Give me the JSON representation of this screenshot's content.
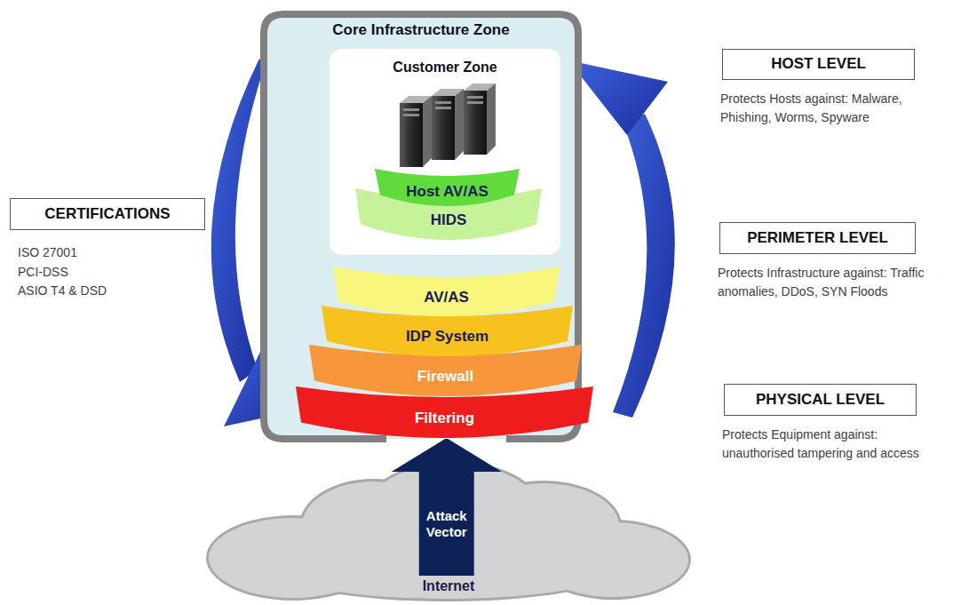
{
  "diagram": {
    "nodes": [
      {
        "text": [
          "Core Infrastructure Zone"
        ]
      },
      {
        "text": [
          "Customer Zone"
        ],
        "in": 0
      },
      {
        "text": [
          "Host AV/AS"
        ],
        "in": 1
      },
      {
        "text": [
          "HIDS"
        ],
        "in": 1
      },
      {
        "text": [
          "AV/AS"
        ],
        "in": 0
      },
      {
        "text": [
          "IDP System"
        ],
        "in": 0
      },
      {
        "text": [
          "Firewall"
        ],
        "in": 0
      },
      {
        "text": [
          "Filtering"
        ],
        "in": 0
      },
      {
        "text": [
          "HOST LEVEL",
          "Protects Hosts against: Malware, Phishing, Worms, Spyware"
        ]
      },
      {
        "text": [
          "PERIMETER LEVEL",
          "Protects Infrastructure against: Traffic anomalies, DDoS, SYN Floods"
        ]
      },
      {
        "text": [
          "PHYSICAL LEVEL",
          "Protects Equipment against: unauthorised tampering and access"
        ]
      },
      {
        "text": [
          "CERTIFICATIONS",
          "ISO 27001",
          "PCI-DSS",
          "ASIO T4 & DSD"
        ]
      },
      {
        "text": [
          "Internet"
        ]
      }
    ],
    "edges": [
      {
        "from": 12,
        "to": 7,
        "label": "Attack Vector",
        "arrow": "to"
      }
    ]
  }
}
